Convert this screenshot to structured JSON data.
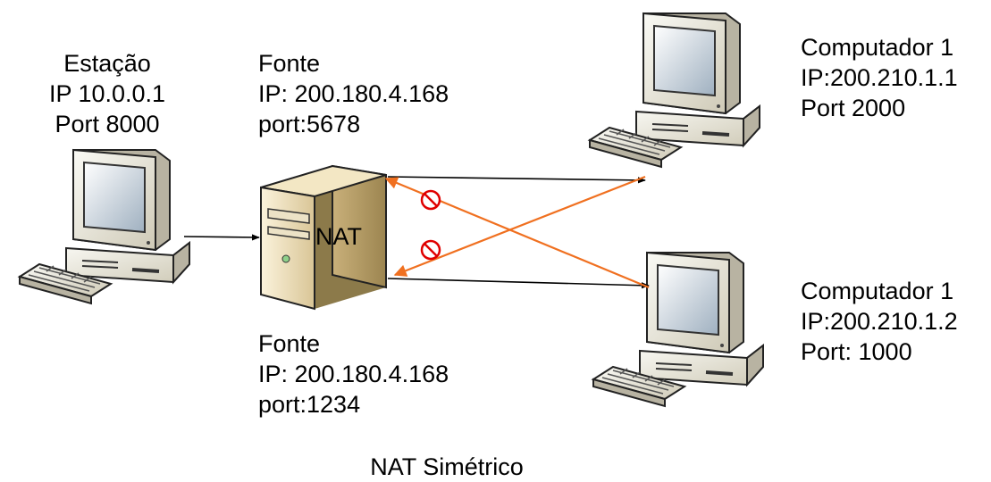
{
  "station": {
    "lines": [
      "Estação",
      "IP 10.0.0.1",
      "Port 8000"
    ]
  },
  "nat": {
    "label": "NAT"
  },
  "source_top": {
    "lines": [
      "Fonte",
      "IP: 200.180.4.168",
      "port:5678"
    ]
  },
  "source_bottom": {
    "lines": [
      "Fonte",
      "IP: 200.180.4.168",
      "port:1234"
    ]
  },
  "computer1": {
    "lines": [
      "Computador 1",
      "IP:200.210.1.1",
      "Port 2000"
    ]
  },
  "computer2": {
    "lines": [
      "Computador 1",
      "IP:200.210.1.2",
      "Port: 1000"
    ]
  },
  "caption": "NAT Simétrico",
  "colors": {
    "blocked": "#f07020",
    "allowed": "#000000",
    "prohibited": "#e00000",
    "case": "#e6e1cd",
    "screen": "#3a3a3a",
    "server": "#e4d4a8"
  },
  "icons": [
    "desktop-computer-icon",
    "server-icon",
    "prohibited-icon"
  ]
}
